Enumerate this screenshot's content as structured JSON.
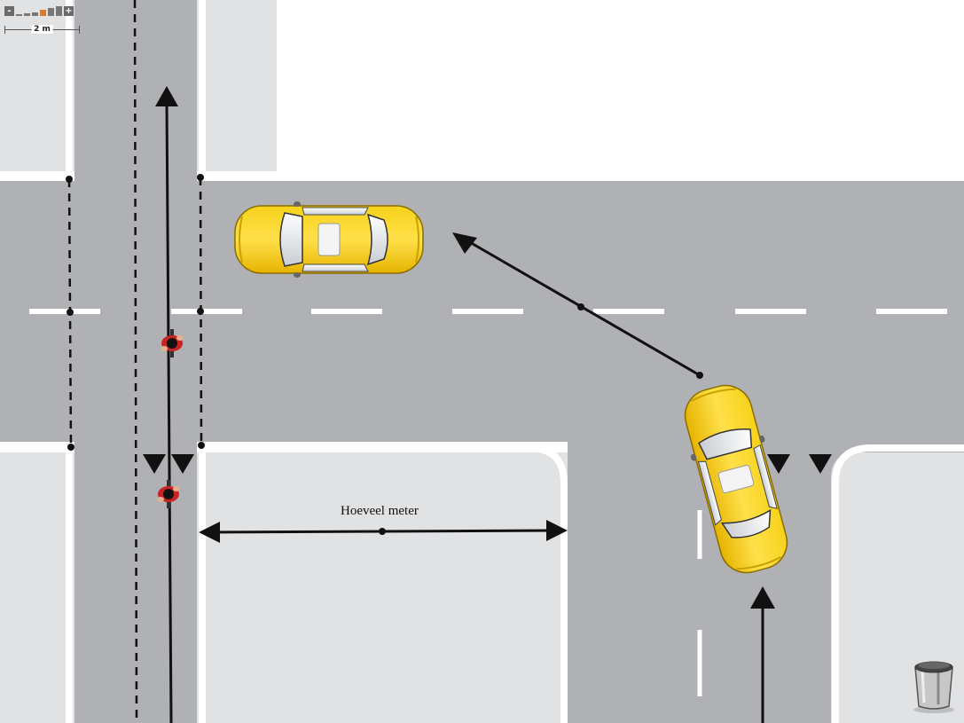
{
  "toolbar": {
    "zoom_out_label": "-",
    "zoom_in_label": "+",
    "zoom_levels": 6,
    "active_zoom_level": 4,
    "active_color": "#e87722"
  },
  "scale": {
    "label": "2 m"
  },
  "measurement": {
    "label": "Hoeveel meter"
  },
  "colors": {
    "road": "#b0b1b5",
    "sidewalk": "#e1e2e4",
    "marking": "#ffffff",
    "taxi": "#f2c200",
    "cyclist": "#cc2222"
  },
  "icons": {
    "trash": "trash-bin-icon",
    "car": "taxi-car-icon",
    "cyclist": "cyclist-icon"
  }
}
